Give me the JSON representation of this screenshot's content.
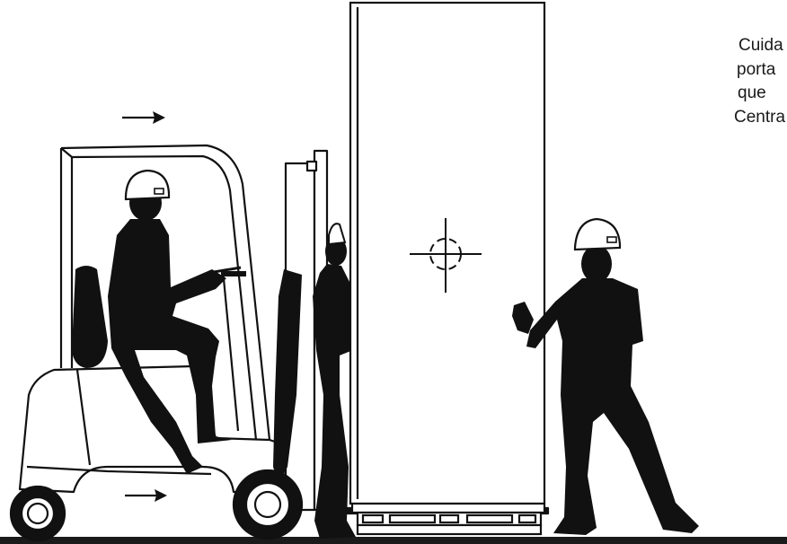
{
  "caption": {
    "lines": [
      "Cuida",
      "porta",
      "que",
      "Centra"
    ]
  },
  "colors": {
    "ink": "#111111",
    "paper": "#ffffff",
    "ground": "#1a1a1a"
  },
  "icons": {
    "arrow_top": "right-arrow-icon",
    "arrow_bottom": "right-arrow-icon",
    "center_of_gravity": "crosshair-icon",
    "helmet": "hard-hat-icon"
  }
}
